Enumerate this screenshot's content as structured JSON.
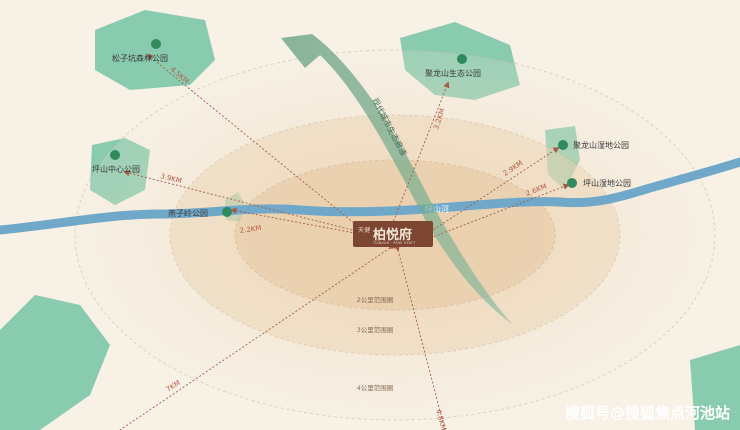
{
  "center": {
    "name": "柏悦府",
    "brand": "天健",
    "subtitle": "TIANJIAN · PARK HYATT"
  },
  "river": {
    "label": "坪山河"
  },
  "corridor": {
    "label": "现代城市生态廊道"
  },
  "rings": [
    {
      "label": "2公里范围圈"
    },
    {
      "label": "3公里范围圈"
    },
    {
      "label": "4公里范围圈"
    }
  ],
  "parks": [
    {
      "name": "松子坑森林公园",
      "distance": "4.5KM"
    },
    {
      "name": "聚龙山生态公园",
      "distance": "3.2KM"
    },
    {
      "name": "坪山中心公园",
      "distance": "3.9KM"
    },
    {
      "name": "燕子岭公园",
      "distance": "2.2KM"
    },
    {
      "name": "聚龙山湿地公园",
      "distance": "2.9KM"
    },
    {
      "name": "坪山湿地公园",
      "distance": "2.6KM"
    }
  ],
  "other_routes": [
    {
      "distance": "7KM"
    },
    {
      "distance": "4.8KM"
    }
  ],
  "watermark": "搜狐号@搜狐焦点河池站",
  "colors": {
    "background": "#f7f1e6",
    "green_space": "#7cc7a8",
    "river": "#6fa8c9",
    "corridor": "#6f9f86",
    "arrow": "#a85a44",
    "center_badge": "#7c4633"
  }
}
